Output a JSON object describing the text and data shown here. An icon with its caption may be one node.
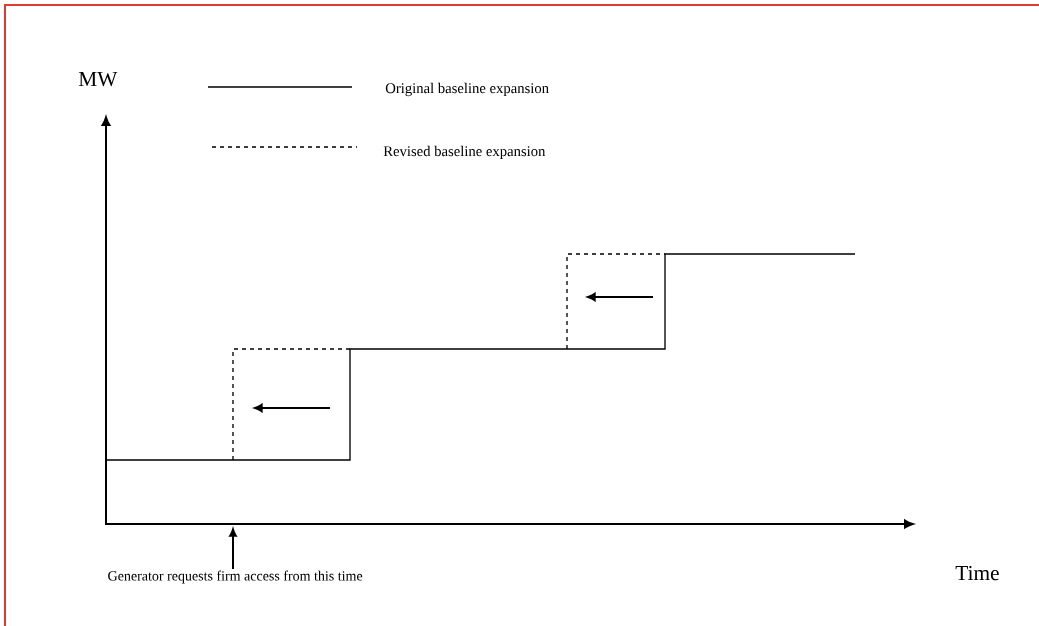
{
  "diagram": {
    "nodes": [
      {
        "text": [
          "Generator requests firm access from this time"
        ]
      },
      {
        "text": [],
        "shape": "axis"
      }
    ],
    "edges": [
      {
        "from": 0,
        "to": 1,
        "arrow": "to"
      }
    ],
    "labels": [
      "MW",
      "Time"
    ],
    "legend": [
      {
        "text": "Original baseline expansion"
      },
      {
        "text": "Revised baseline expansion"
      }
    ]
  }
}
